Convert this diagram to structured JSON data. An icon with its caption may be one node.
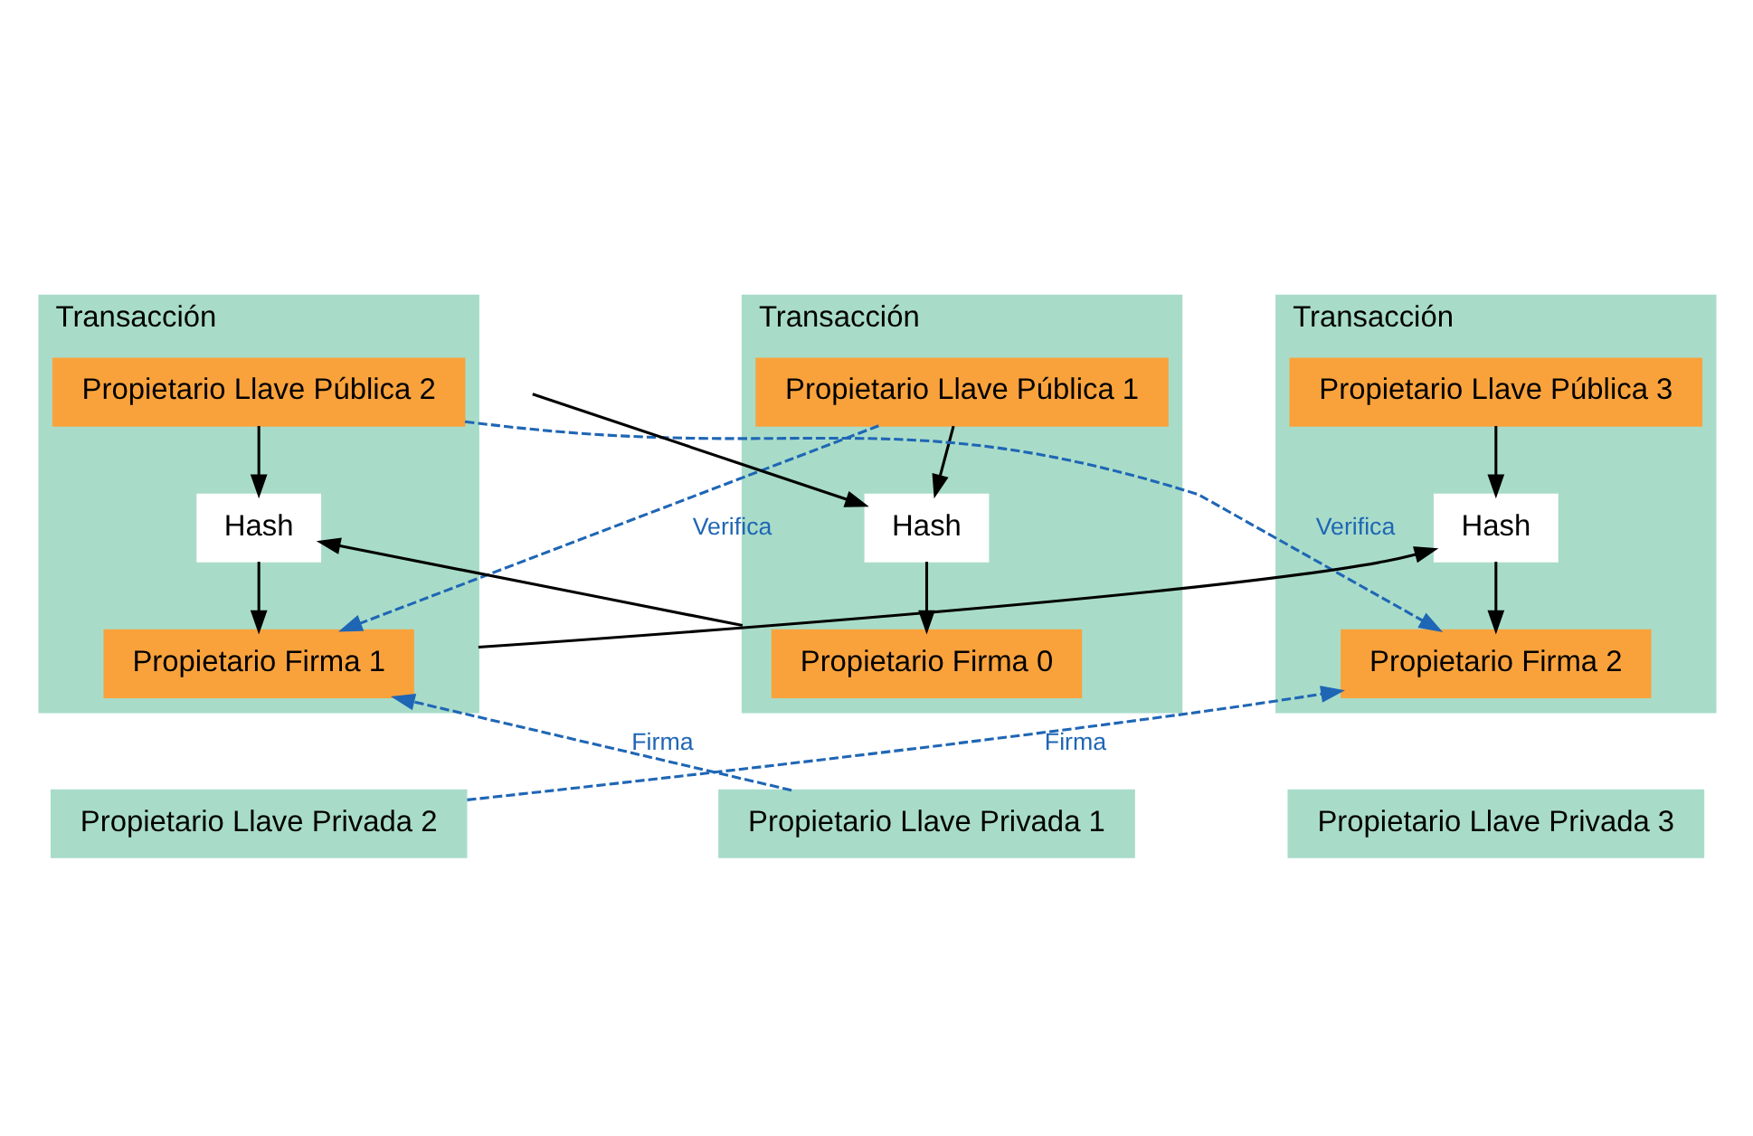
{
  "diagram": {
    "nodes": [
      {
        "text": [
          "Transacción"
        ]
      },
      {
        "text": [
          "Propietario Llave Pública 1"
        ],
        "in": 0
      },
      {
        "text": [
          "Hash"
        ],
        "in": 0
      },
      {
        "text": [
          "Propietario Firma 0"
        ],
        "in": 0
      },
      {
        "text": [
          "Transacción"
        ]
      },
      {
        "text": [
          "Propietario Llave Pública 2"
        ],
        "in": 4
      },
      {
        "text": [
          "Hash"
        ],
        "in": 4
      },
      {
        "text": [
          "Propietario Firma 1"
        ],
        "in": 4
      },
      {
        "text": [
          "Transacción"
        ]
      },
      {
        "text": [
          "Propietario Llave Pública 3"
        ],
        "in": 8
      },
      {
        "text": [
          "Hash"
        ],
        "in": 8
      },
      {
        "text": [
          "Propietario Firma 2"
        ],
        "in": 8
      },
      {
        "text": [
          "Propietario Llave Privada 1"
        ]
      },
      {
        "text": [
          "Propietario Llave Privada 2"
        ]
      },
      {
        "text": [
          "Propietario Llave Privada 3"
        ]
      }
    ],
    "edges": [
      {
        "from": null,
        "to": 2,
        "arrow": "to"
      },
      {
        "from": 1,
        "to": 2,
        "arrow": "to"
      },
      {
        "from": 2,
        "to": 3,
        "arrow": "to"
      },
      {
        "from": 0,
        "to": 6,
        "arrow": "to"
      },
      {
        "from": 5,
        "to": 6,
        "arrow": "to"
      },
      {
        "from": 6,
        "to": 7,
        "arrow": "to"
      },
      {
        "from": 1,
        "to": 7,
        "arrow": "to",
        "label": "Verifica",
        "style": "dashed",
        "color": "#1f66b5"
      },
      {
        "from": 12,
        "to": 7,
        "arrow": "to",
        "label": "Firma",
        "style": "dashed",
        "color": "#1f66b5"
      },
      {
        "from": 4,
        "to": 10,
        "arrow": "to"
      },
      {
        "from": 9,
        "to": 10,
        "arrow": "to"
      },
      {
        "from": 10,
        "to": 11,
        "arrow": "to"
      },
      {
        "from": 5,
        "to": 11,
        "arrow": "to",
        "label": "Verifica",
        "style": "dashed",
        "color": "#1f66b5"
      },
      {
        "from": 13,
        "to": 11,
        "arrow": "to",
        "label": "Firma",
        "style": "dashed",
        "color": "#1f66b5"
      }
    ]
  }
}
